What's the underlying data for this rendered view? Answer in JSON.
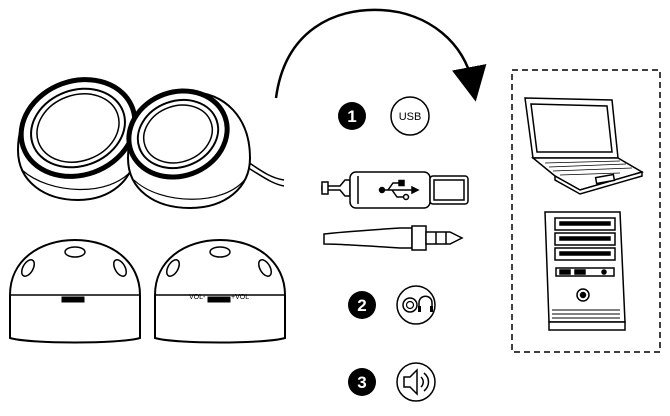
{
  "steps": [
    {
      "number": "1",
      "icon": "usb-icon",
      "label": "USB"
    },
    {
      "number": "2",
      "icon": "headphone-jack-icon",
      "label": ""
    },
    {
      "number": "3",
      "icon": "speaker-volume-icon",
      "label": ""
    }
  ],
  "speaker_controls": {
    "vol_minus": "VOL-",
    "vol_plus": "+VOL"
  },
  "connectors": [
    "usb-plug-icon",
    "audio-jack-plug-icon"
  ],
  "targets": [
    "laptop-icon",
    "desktop-tower-icon"
  ]
}
